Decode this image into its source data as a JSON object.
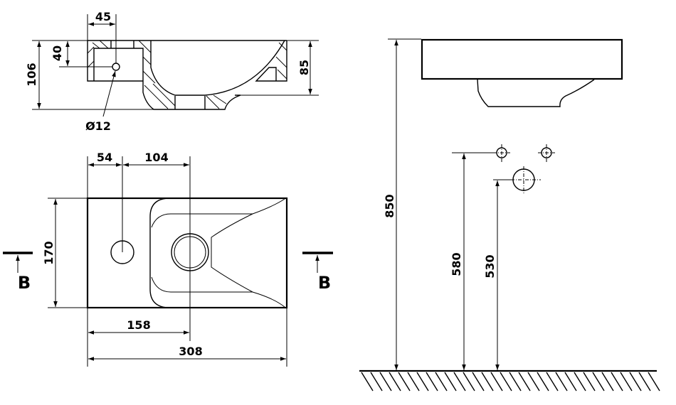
{
  "section_view": {
    "dim_hole_offset": "45",
    "dim_hole_height": "40",
    "dim_total_height": "106",
    "dim_bowl_depth": "85",
    "dim_hole_diameter": "Ø12"
  },
  "plan_view": {
    "dim_tap_offset": "54",
    "dim_tap_to_drain": "104",
    "dim_drain_offset": "158",
    "dim_width": "308",
    "dim_depth": "170",
    "section_label_left": "B",
    "section_label_right": "B"
  },
  "elevation_view": {
    "dim_basin_height": "850",
    "dim_water_supply_height": "580",
    "dim_waste_height": "530"
  }
}
